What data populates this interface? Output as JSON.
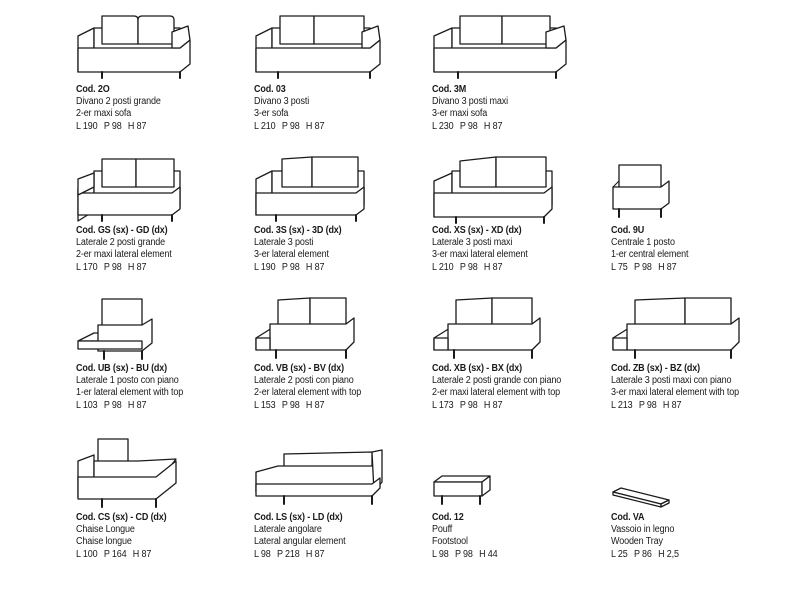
{
  "items": [
    {
      "code": "Cod. 2O",
      "it": "Divano 2 posti grande",
      "en": "2-er maxi sofa",
      "dims": [
        "L 190",
        "P 98",
        "H 87"
      ],
      "icon": "two-seat-sofa-icon"
    },
    {
      "code": "Cod. 03",
      "it": "Divano 3 posti",
      "en": "3-er sofa",
      "dims": [
        "L 210",
        "P 98",
        "H 87"
      ],
      "icon": "three-seat-sofa-icon"
    },
    {
      "code": "Cod. 3M",
      "it": "Divano 3 posti maxi",
      "en": "3-er maxi sofa",
      "dims": [
        "L 230",
        "P 98",
        "H 87"
      ],
      "icon": "three-seat-maxi-sofa-icon"
    },
    {
      "code": "Cod. GS (sx) - GD (dx)",
      "it": "Laterale 2 posti grande",
      "en": "2-er maxi lateral element",
      "dims": [
        "L 170",
        "P 98",
        "H 87"
      ],
      "icon": "two-seat-lateral-icon"
    },
    {
      "code": "Cod. 3S (sx) - 3D (dx)",
      "it": "Laterale 3 posti",
      "en": "3-er lateral element",
      "dims": [
        "L 190",
        "P 98",
        "H 87"
      ],
      "icon": "three-seat-lateral-icon"
    },
    {
      "code": "Cod. XS (sx) - XD (dx)",
      "it": "Laterale 3 posti maxi",
      "en": "3-er maxi lateral element",
      "dims": [
        "L 210",
        "P 98",
        "H 87"
      ],
      "icon": "three-seat-maxi-lateral-icon"
    },
    {
      "code": "Cod. 9U",
      "it": "Centrale 1 posto",
      "en": "1-er central element",
      "dims": [
        "L 75",
        "P 98",
        "H 87"
      ],
      "icon": "one-seat-central-icon"
    },
    {
      "code": "Cod. UB (sx) - BU (dx)",
      "it": "Laterale 1 posto con piano",
      "en": "1-er lateral element with top",
      "dims": [
        "L 103",
        "P 98",
        "H 87"
      ],
      "icon": "one-seat-lateral-top-icon"
    },
    {
      "code": "Cod. VB (sx) - BV (dx)",
      "it": "Laterale 2 posti con piano",
      "en": "2-er lateral element with top",
      "dims": [
        "L 153",
        "P 98",
        "H 87"
      ],
      "icon": "two-seat-lateral-top-icon"
    },
    {
      "code": "Cod. XB (sx) - BX (dx)",
      "it": "Laterale 2 posti grande con piano",
      "en": "2-er maxi lateral element with top",
      "dims": [
        "L 173",
        "P 98",
        "H 87"
      ],
      "icon": "two-seat-maxi-lateral-top-icon"
    },
    {
      "code": "Cod. ZB (sx) - BZ (dx)",
      "it": "Laterale 3 posti maxi con piano",
      "en": "3-er maxi lateral element with top",
      "dims": [
        "L 213",
        "P 98",
        "H 87"
      ],
      "icon": "three-seat-maxi-lateral-top-icon"
    },
    {
      "code": "Cod.  CS (sx) - CD (dx)",
      "it": "Chaise Longue",
      "en": "Chaise longue",
      "dims": [
        "L 100",
        "P 164",
        "H 87"
      ],
      "icon": "chaise-longue-icon"
    },
    {
      "code": "Cod. LS (sx) - LD (dx)",
      "it": "Laterale angolare",
      "en": "Lateral angular element",
      "dims": [
        "L 98",
        "P 218",
        "H 87"
      ],
      "icon": "angular-lateral-icon"
    },
    {
      "code": "Cod. 12",
      "it": "Pouff",
      "en": "Footstool",
      "dims": [
        "L 98",
        "P 98",
        "H 44"
      ],
      "icon": "pouf-icon"
    },
    {
      "code": "Cod. VA",
      "it": "Vassoio in legno",
      "en": "Wooden Tray",
      "dims": [
        "L 25",
        "P 86",
        "H 2,5"
      ],
      "icon": "wooden-tray-icon"
    }
  ]
}
